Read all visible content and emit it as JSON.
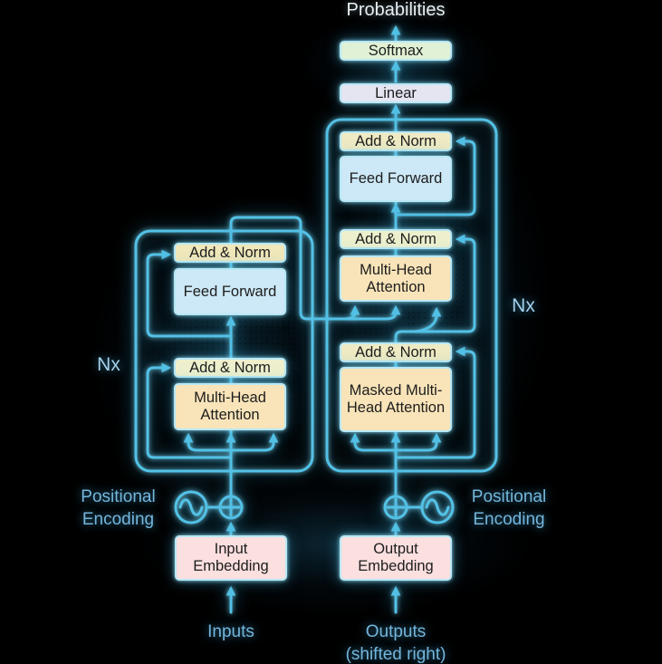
{
  "colors": {
    "background": "#000000",
    "line": "#53c1e6",
    "add_norm_fill": "#efeac3",
    "feed_forward_fill": "#cde8f6",
    "attention_fill": "#f9e4b9",
    "softmax_fill": "#e1f1d5",
    "linear_fill": "#e5e5f2",
    "embedding_fill": "#fcdfdf",
    "outer_label_text": "#74b6dc",
    "box_text": "#1d1d1d",
    "probabilities_text": "#e9eef1"
  },
  "output_head": {
    "probabilities": "Probabilities",
    "softmax": "Softmax",
    "linear": "Linear"
  },
  "decoder": {
    "add_norm": "Add & Norm",
    "feed_forward": "Feed Forward",
    "multi_head_attention": "Multi-Head Attention",
    "masked_multi_head_attention": "Masked Multi-Head Attention",
    "repeat_label": "Nx",
    "output_embedding": "Output Embedding",
    "positional_encoding_line1": "Positional",
    "positional_encoding_line2": "Encoding",
    "outputs_label": "Outputs",
    "outputs_sublabel": "(shifted right)"
  },
  "encoder": {
    "add_norm": "Add & Norm",
    "feed_forward": "Feed Forward",
    "multi_head_attention": "Multi-Head Attention",
    "repeat_label": "Nx",
    "input_embedding": "Input Embedding",
    "positional_encoding_line1": "Positional",
    "positional_encoding_line2": "Encoding",
    "inputs_label": "Inputs"
  }
}
